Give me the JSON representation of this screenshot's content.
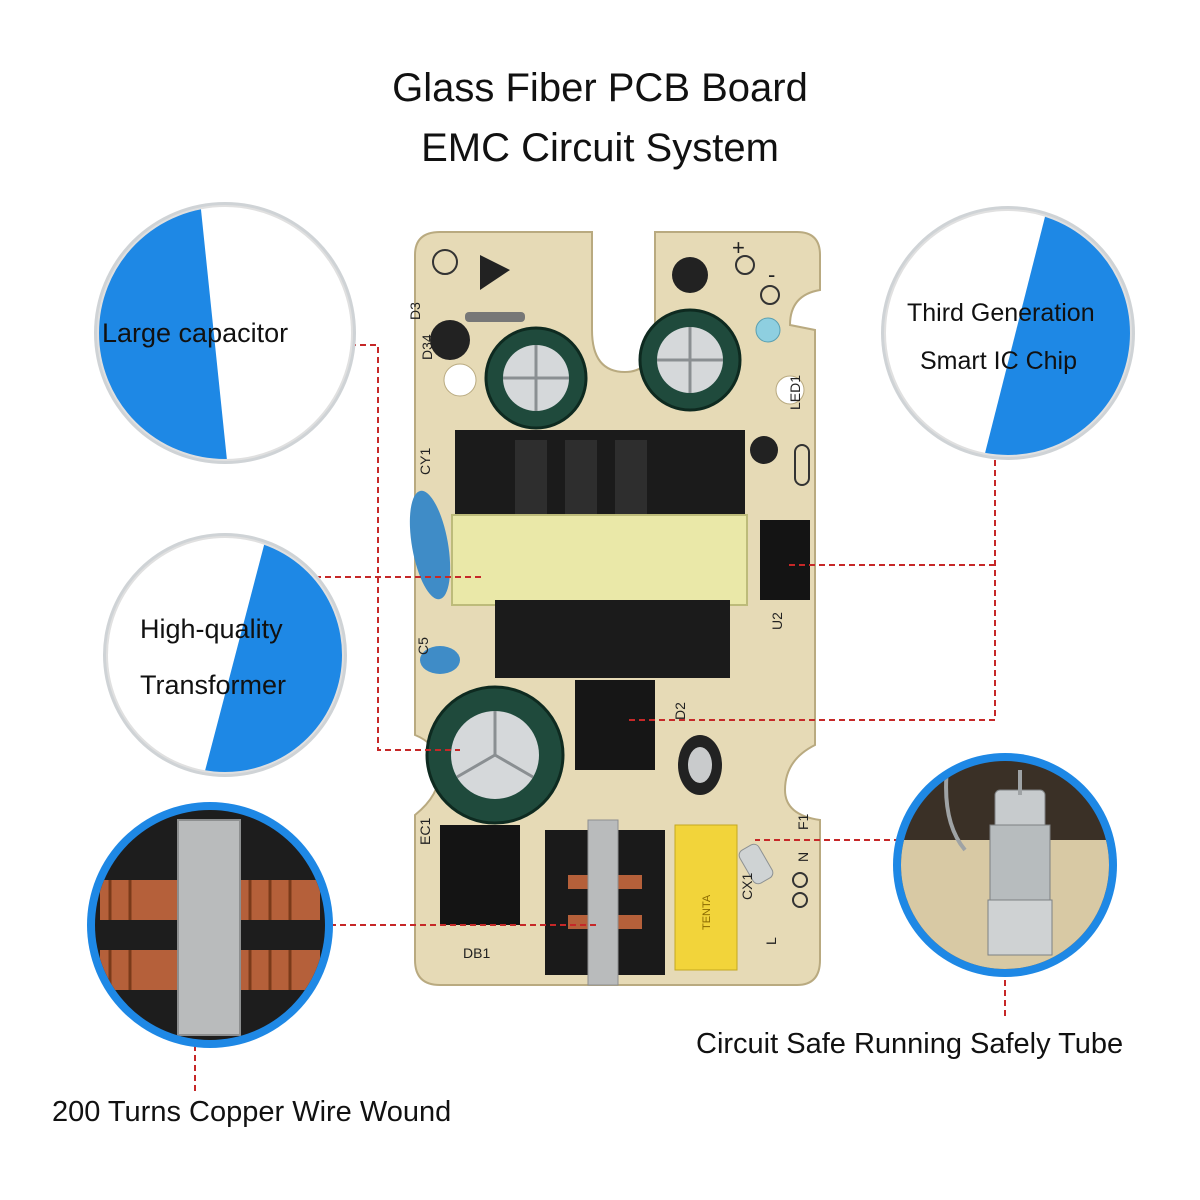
{
  "header": {
    "title_line1": "Glass Fiber PCB Board",
    "title_line2": "EMC Circuit System"
  },
  "callouts": {
    "large_capacitor": "Large capacitor",
    "ic_chip_line1": "Third Generation",
    "ic_chip_line2": "Smart  IC Chip",
    "transformer_line1": "High-quality",
    "transformer_line2": "Transformer",
    "fuse_tube": "Circuit Safe Running Safely Tube",
    "copper_wire": "200 Turns Copper Wire Wound"
  },
  "board_silkscreen": {
    "d3": "D3",
    "d34": "D34",
    "led1": "LED1",
    "cy1": "CY1",
    "c5": "C5",
    "u2": "U2",
    "d2": "D2",
    "ec1": "EC1",
    "f1": "F1",
    "n": "N",
    "l": "L",
    "cx1": "CX1",
    "db1": "DB1",
    "tenta": "TENTA",
    "plus": "+",
    "minus": "-"
  },
  "colors": {
    "accent_blue": "#1e88e5",
    "leader_red": "#c62828",
    "board": "#e4d8b4",
    "transformer_tape": "#eae8a8",
    "cap_teal": "#1f4a3c",
    "x_cap_yellow": "#f2d43a"
  }
}
